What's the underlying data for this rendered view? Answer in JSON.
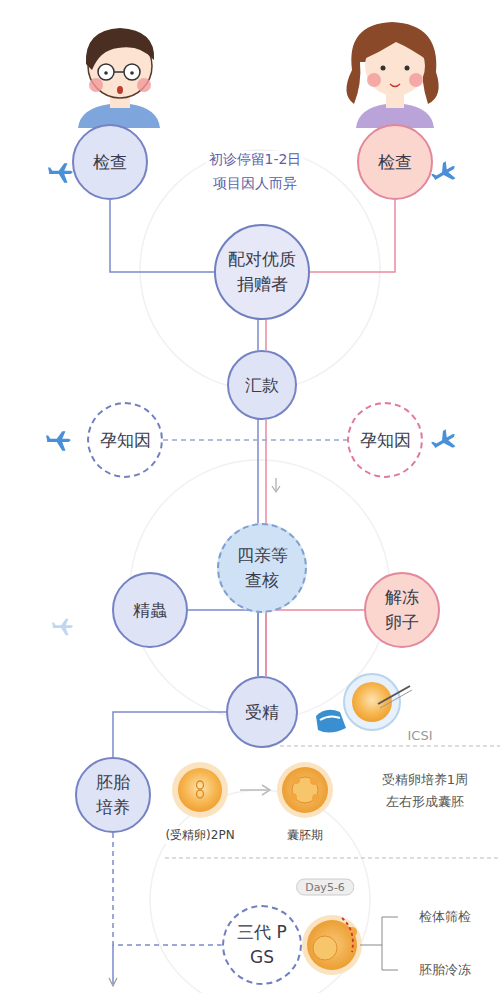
{
  "diagram": {
    "nodes": [
      {
        "text": [
          "检查"
        ]
      },
      {
        "text": [
          "检查"
        ]
      },
      {
        "text": [
          "配对优质捐赠者"
        ]
      },
      {
        "text": [
          "汇款"
        ]
      },
      {
        "text": [
          "孕知因"
        ]
      },
      {
        "text": [
          "孕知因"
        ]
      },
      {
        "text": [
          "四亲等查核"
        ]
      },
      {
        "text": [
          "精蟲"
        ]
      },
      {
        "text": [
          "解冻卵子"
        ]
      },
      {
        "text": [
          "受精"
        ]
      },
      {
        "text": [
          "胚胎培养"
        ]
      },
      {
        "text": [
          "三代 PGS"
        ]
      }
    ],
    "edges": [
      {
        "from": 0,
        "to": 2,
        "arrow": "none"
      },
      {
        "from": 1,
        "to": 2,
        "arrow": "none"
      },
      {
        "from": 2,
        "to": 3,
        "arrow": "none"
      },
      {
        "from": 3,
        "to": 6,
        "arrow": "none"
      },
      {
        "from": 4,
        "to": 5,
        "arrow": "none"
      },
      {
        "from": 6,
        "to": 9,
        "arrow": "none"
      },
      {
        "from": 7,
        "to": 9,
        "arrow": "none"
      },
      {
        "from": 8,
        "to": 9,
        "arrow": "none"
      },
      {
        "from": 9,
        "to": 10,
        "arrow": "none"
      },
      {
        "from": 10,
        "to": 11,
        "arrow": "none"
      }
    ],
    "labels": [
      "初诊停留1-2日",
      "项目因人而异",
      "ICSI",
      "(受精卵)2PN",
      "囊胚期",
      "受精卵培养1周",
      "左右形成囊胚",
      "Day5-6",
      "检体筛检",
      "胚胎冷冻"
    ]
  }
}
